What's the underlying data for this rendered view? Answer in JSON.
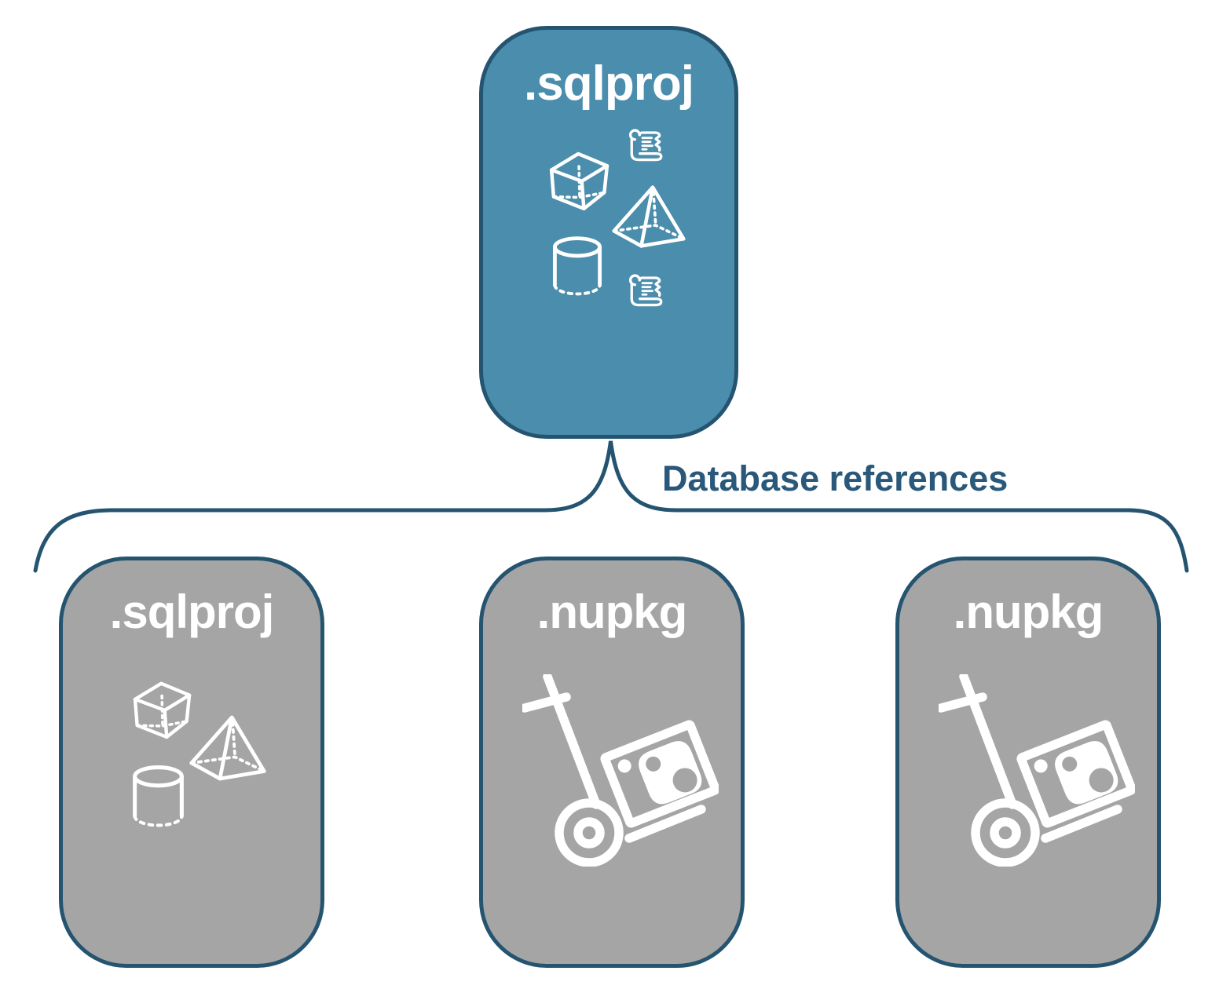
{
  "colors": {
    "line": "#255470",
    "root-fill": "#4a8dac",
    "child-fill": "#a5a5a5",
    "icon": "#ffffff",
    "label-text": "#29587a"
  },
  "root": {
    "label": ".sqlproj",
    "icons": [
      "script-icon",
      "cube-icon",
      "pyramid-icon",
      "cylinder-icon",
      "script-icon"
    ]
  },
  "connector": {
    "label": "Database references"
  },
  "children": [
    {
      "label": ".sqlproj",
      "icons": [
        "cube-icon",
        "pyramid-icon",
        "cylinder-icon"
      ]
    },
    {
      "label": ".nupkg",
      "icons": [
        "hand-truck-package-icon"
      ]
    },
    {
      "label": ".nupkg",
      "icons": [
        "hand-truck-package-icon"
      ]
    }
  ]
}
